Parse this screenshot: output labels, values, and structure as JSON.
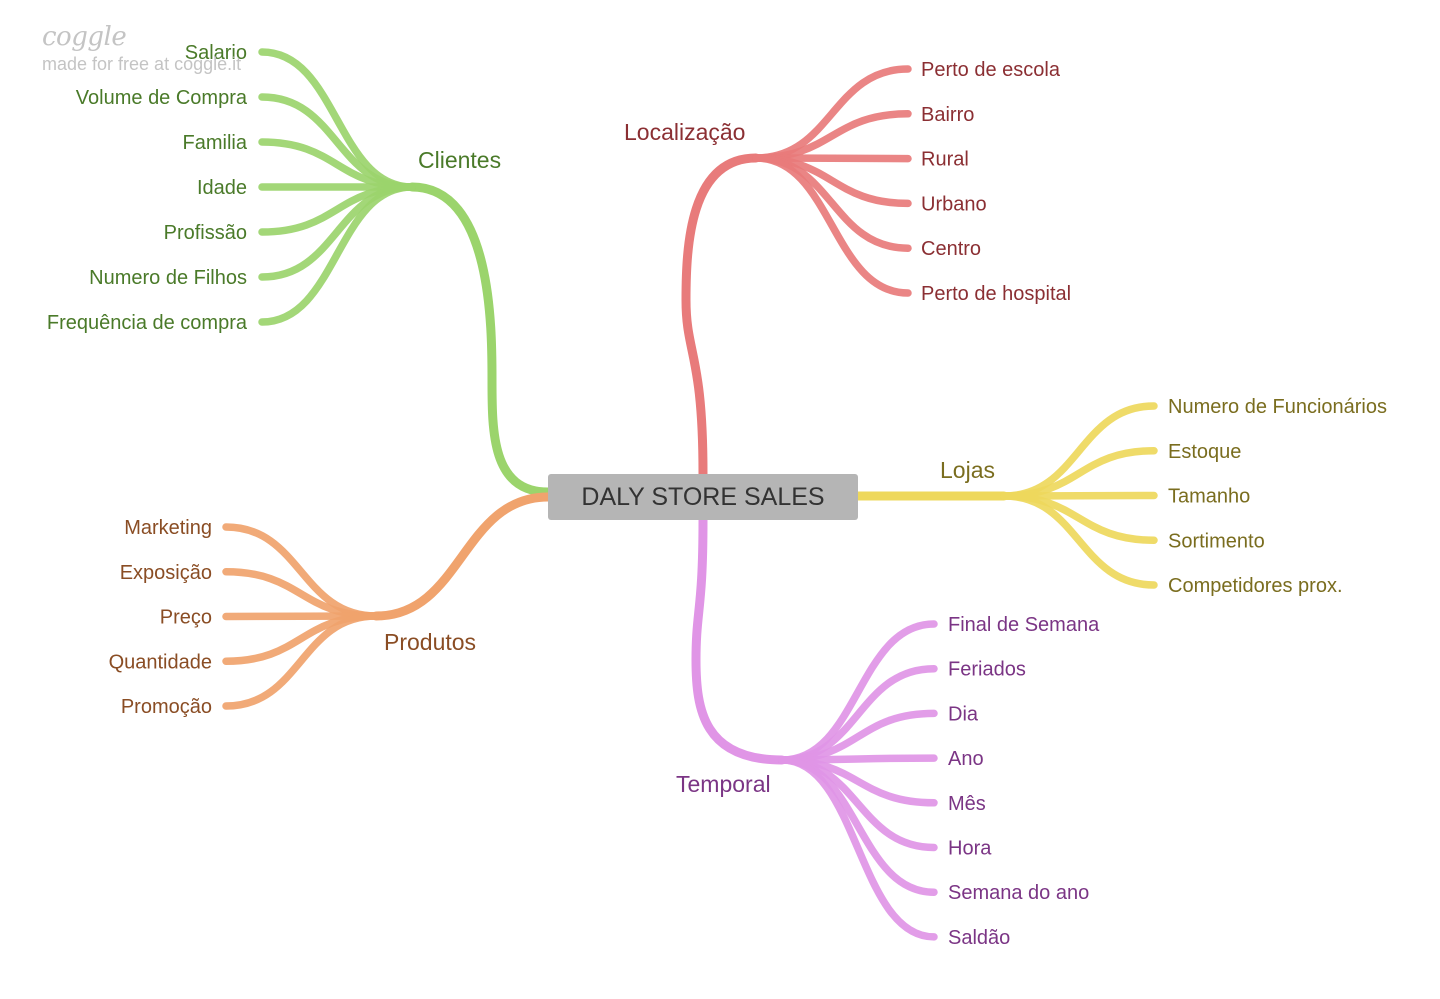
{
  "watermark": {
    "logo": "coggle",
    "tagline": "made for free at coggle.it"
  },
  "root": {
    "label": "DALY STORE SALES",
    "color": "#b5b5b5",
    "text_color": "#333333"
  },
  "branches": [
    {
      "id": "clientes",
      "label": "Clientes",
      "color": "#9bd46c",
      "text_color": "#4a7a29",
      "children": [
        "Salario",
        "Volume de Compra",
        "Familia",
        "Idade",
        "Profissão",
        "Numero de Filhos",
        "Frequência de compra"
      ]
    },
    {
      "id": "produtos",
      "label": "Produtos",
      "color": "#f0a36d",
      "text_color": "#8a4d24",
      "children": [
        "Marketing",
        "Exposição",
        "Preço",
        "Quantidade",
        "Promoção"
      ]
    },
    {
      "id": "localizacao",
      "label": "Localização",
      "color": "#e87b7b",
      "text_color": "#8b2f33",
      "children": [
        "Perto de escola",
        "Bairro",
        "Rural",
        "Urbano",
        "Centro",
        "Perto de hospital"
      ]
    },
    {
      "id": "lojas",
      "label": "Lojas",
      "color": "#eed85c",
      "text_color": "#7a6d1f",
      "children": [
        "Numero de Funcionários",
        "Estoque",
        "Tamanho",
        "Sortimento",
        "Competidores prox."
      ]
    },
    {
      "id": "temporal",
      "label": "Temporal",
      "color": "#e095e6",
      "text_color": "#7b3585",
      "children": [
        "Final de Semana",
        "Feriados",
        "Dia",
        "Ano",
        "Mês",
        "Hora",
        "Semana do ano",
        "Saldão"
      ]
    }
  ]
}
